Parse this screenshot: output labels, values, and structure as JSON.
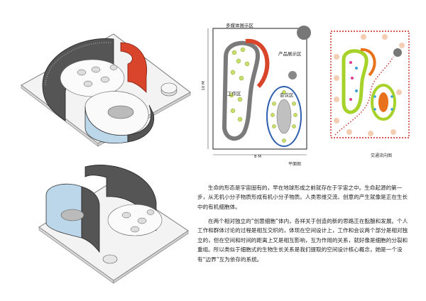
{
  "floor_plan": {
    "labels": {
      "multimedia": "多媒体展示区",
      "product": "产品展示区",
      "work": "工作区",
      "meeting": "会议区"
    },
    "dim_height": "10 M",
    "dim_width": "8 M",
    "caption": "平面图"
  },
  "traffic_plan": {
    "caption": "交通流向图"
  },
  "body_text": {
    "p1": "生命的形态是宇宙固有的，早在地球形成之前就存在于宇宙之中。生命起源的第一步，从无机小分子物质形成有机小分子物质。人类思维交流、创意的产生就像是正在生长中的有机细胞体。",
    "p2": "在两个相对独立的“创意细胞”体内，各祥关于创造的新的思路正在酝酿和发展。个人工作和群体讨论的过程是相互交织的，体现在空间设计上，工作和会议两个部分是相对独立的，但在空间和时间的距离上又是相互影响，互为作用的关系，就好像是细胞的分裂和重组。所以类似于细胞式的生物生长关系是我们提取的空间设计核心概念，她是一个没有“边界”互为依存的系统。"
  },
  "colors": {
    "red_wall": "#d9452b",
    "blue_wall": "#bcd7ea",
    "meeting_outline": "#2f5fae",
    "lime": "#a6d22a",
    "traffic_red": "#c42b22",
    "orange": "#e8721c"
  }
}
